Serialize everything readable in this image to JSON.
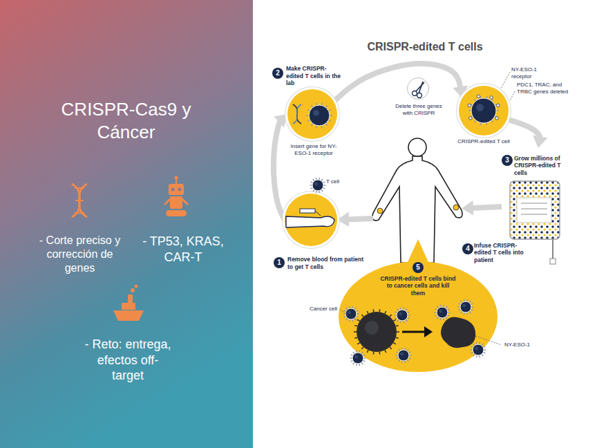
{
  "diagram": {
    "title": "CRISPR-Cas9 y Cáncer",
    "nodes": [
      {
        "text": [
          "T cell"
        ]
      },
      {
        "text": [
          "Insert gene for NY-ESO-1 receptor"
        ]
      },
      {
        "text": [
          "Delete three genes with CRISPR"
        ]
      },
      {
        "text": [
          "CRISPR-edited T cell"
        ]
      },
      {
        "text": [
          "Grow millions of CRISPR-edited T cells"
        ]
      },
      {
        "text": [
          "Infuse CRISPR-edited T cells into patient"
        ]
      },
      {
        "text": [
          "CRISPR-edited T cells bind to cancer cells and kill them"
        ]
      }
    ],
    "edges": [
      {
        "from": 0,
        "to": 1,
        "arrow": "to"
      },
      {
        "from": 1,
        "to": 3,
        "arrow": "to"
      },
      {
        "from": 3,
        "to": 4,
        "arrow": "to"
      },
      {
        "from": 4,
        "to": 5,
        "arrow": "to"
      },
      {
        "from": 5,
        "to": 0,
        "arrow": "to"
      }
    ],
    "labels": [
      "- Corte preciso y corrección de genes",
      "- TP53, KRAS, CAR-T",
      "- Reto: entrega, efectos off-target",
      "CRISPR-edited T cells",
      "2",
      "Make CRISPR-edited T cells in the lab",
      "NY-ESO-1 receptor",
      "PDC1, TRAC, and TRBC genes deleted",
      "3",
      "1",
      "Remove blood from patient to get T cells",
      "4",
      "5",
      "Cancer cell",
      "NY-ESO-1"
    ]
  }
}
